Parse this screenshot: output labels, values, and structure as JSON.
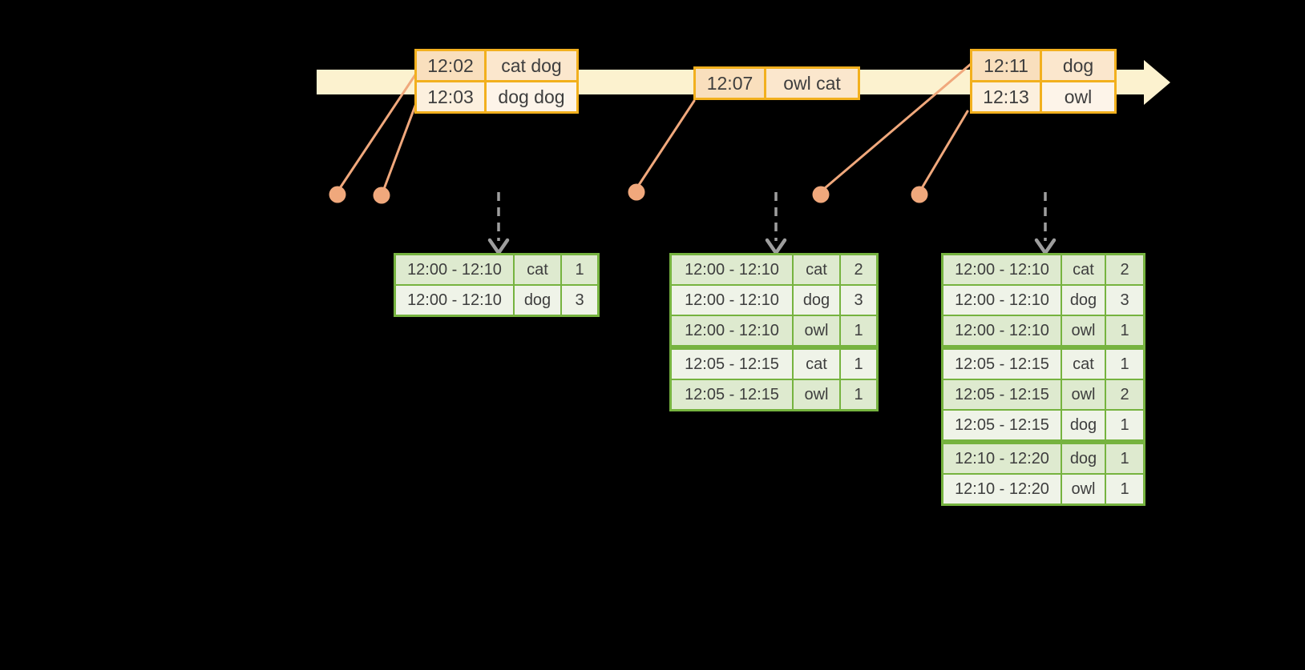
{
  "colors": {
    "background": "#000000",
    "timeline_fill": "#FCF2CF",
    "event_border": "#F2B01E",
    "event_row_dark_time": "#F9DFBD",
    "event_row_dark_words": "#FBE7CD",
    "event_row_light_time": "#FCF0DE",
    "event_row_light_words": "#FDF4E9",
    "connector": "#F0A87C",
    "trigger_arrow": "#9E9E9E",
    "result_border": "#76B33F",
    "result_row_dark": "#DEEACF",
    "result_row_light": "#EFF3E8",
    "table_text": "#3E3E3E"
  },
  "event_tables": [
    {
      "rows": [
        {
          "time": "12:02",
          "words": "cat dog"
        },
        {
          "time": "12:03",
          "words": "dog dog"
        }
      ]
    },
    {
      "rows": [
        {
          "time": "12:07",
          "words": "owl cat"
        }
      ]
    },
    {
      "rows": [
        {
          "time": "12:11",
          "words": "dog"
        },
        {
          "time": "12:13",
          "words": "owl"
        }
      ]
    }
  ],
  "result_tables": [
    {
      "rows": [
        {
          "window": "12:00 - 12:10",
          "word": "cat",
          "count": "1"
        },
        {
          "window": "12:00 - 12:10",
          "word": "dog",
          "count": "3"
        }
      ]
    },
    {
      "rows": [
        {
          "window": "12:00 - 12:10",
          "word": "cat",
          "count": "2"
        },
        {
          "window": "12:00 - 12:10",
          "word": "dog",
          "count": "3"
        },
        {
          "window": "12:00 - 12:10",
          "word": "owl",
          "count": "1"
        },
        {
          "window": "12:05 - 12:15",
          "word": "cat",
          "count": "1"
        },
        {
          "window": "12:05 - 12:15",
          "word": "owl",
          "count": "1"
        }
      ]
    },
    {
      "rows": [
        {
          "window": "12:00 - 12:10",
          "word": "cat",
          "count": "2"
        },
        {
          "window": "12:00 - 12:10",
          "word": "dog",
          "count": "3"
        },
        {
          "window": "12:00 - 12:10",
          "word": "owl",
          "count": "1"
        },
        {
          "window": "12:05 - 12:15",
          "word": "cat",
          "count": "1"
        },
        {
          "window": "12:05 - 12:15",
          "word": "owl",
          "count": "2"
        },
        {
          "window": "12:05 - 12:15",
          "word": "dog",
          "count": "1"
        },
        {
          "window": "12:10 - 12:20",
          "word": "dog",
          "count": "1"
        },
        {
          "window": "12:10 - 12:20",
          "word": "owl",
          "count": "1"
        }
      ]
    }
  ]
}
